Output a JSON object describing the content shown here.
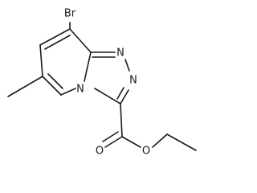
{
  "molecule": {
    "atoms": {
      "bromine": "Br",
      "ring_n1": "N",
      "ring_n2": "N",
      "ring_n_bridge": "N",
      "ester_o_carbonyl": "O",
      "ester_o_ether": "O"
    },
    "colors": {
      "bond": "#1a1a1a",
      "label": "#1a1a1a",
      "background": "#ffffff"
    }
  }
}
